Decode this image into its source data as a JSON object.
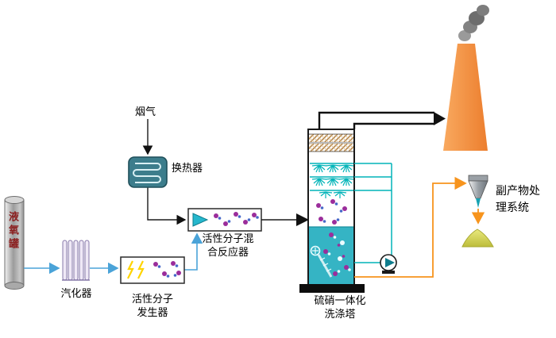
{
  "diagram": {
    "labels": {
      "tank": "液氧罐",
      "vaporizer": "汽化器",
      "generator_line1": "活性分子",
      "generator_line2": "发生器",
      "flue_gas": "烟气",
      "heat_exchanger": "换热器",
      "reactor_line1": "活性分子混",
      "reactor_line2": "合反应器",
      "tower_line1": "硫硝一体化",
      "tower_line2": "洗涤塔",
      "byproduct_line1": "副产物处",
      "byproduct_line2": "理系统"
    },
    "colors": {
      "feed_line": "#4aa3d8",
      "circulation_line": "#00b3b8",
      "byproduct_line": "#f7941d",
      "chimney_light": "#f9a95f",
      "chimney_dark": "#ec7e2e",
      "liquid": "#35b4c4",
      "spark": "#ffd400",
      "molecule": "#9b2d9b",
      "pile_light": "#e9e97e",
      "pile_dark": "#bdbd3a"
    }
  }
}
